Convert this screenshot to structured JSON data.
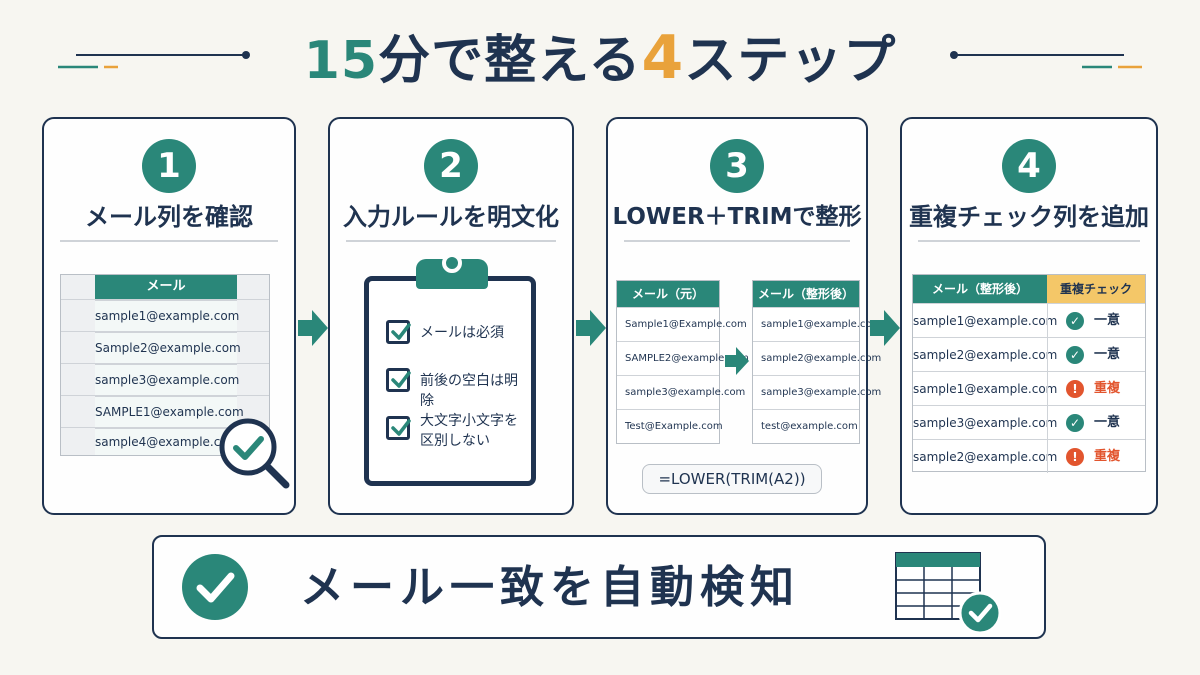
{
  "header": {
    "title_number": "15",
    "title_part1": "分で整える",
    "title_four": "4",
    "title_part2": "ステップ"
  },
  "colors": {
    "teal": "#2a8779",
    "navy": "#1f3350",
    "orange": "#e9a23b",
    "red": "#e2552e"
  },
  "steps": [
    {
      "number": "1",
      "title": "メール列を確認",
      "table": {
        "header": "メール",
        "rows": [
          "sample1@example.com",
          "Sample2@example.com",
          "sample3@example.com",
          "SAMPLE1@example.com",
          "sample4@example.com"
        ]
      },
      "icon": "magnifier-check-icon"
    },
    {
      "number": "2",
      "title": "入力ルールを明文化",
      "checklist": [
        "メールは必須",
        "前後の空白は明除",
        "大文字小文字を区別しない"
      ]
    },
    {
      "number": "3",
      "title": "LOWER＋TRIMで整形",
      "before_table": {
        "header": "メール（元）",
        "rows": [
          "Sample1@Example.com",
          "SAMPLE2@example.com",
          "sample3@example.com",
          "Test@Example.com"
        ]
      },
      "after_table": {
        "header": "メール（整形後）",
        "rows": [
          "sample1@example.com",
          "sample2@example.com",
          "sample3@example.com",
          "test@example.com"
        ]
      },
      "formula": "=LOWER(TRIM(A2))"
    },
    {
      "number": "4",
      "title": "重複チェック列を追加",
      "table": {
        "header_email": "メール（整形後）",
        "header_check": "重複チェック",
        "rows": [
          {
            "email": "sample1@example.com",
            "status": "一意",
            "kind": "ok"
          },
          {
            "email": "sample2@example.com",
            "status": "一意",
            "kind": "ok"
          },
          {
            "email": "sample1@example.com",
            "status": "重複",
            "kind": "dup"
          },
          {
            "email": "sample3@example.com",
            "status": "一意",
            "kind": "ok"
          },
          {
            "email": "sample2@example.com",
            "status": "重複",
            "kind": "dup"
          }
        ]
      }
    }
  ],
  "banner": {
    "text": "メール一致を自動検知"
  }
}
